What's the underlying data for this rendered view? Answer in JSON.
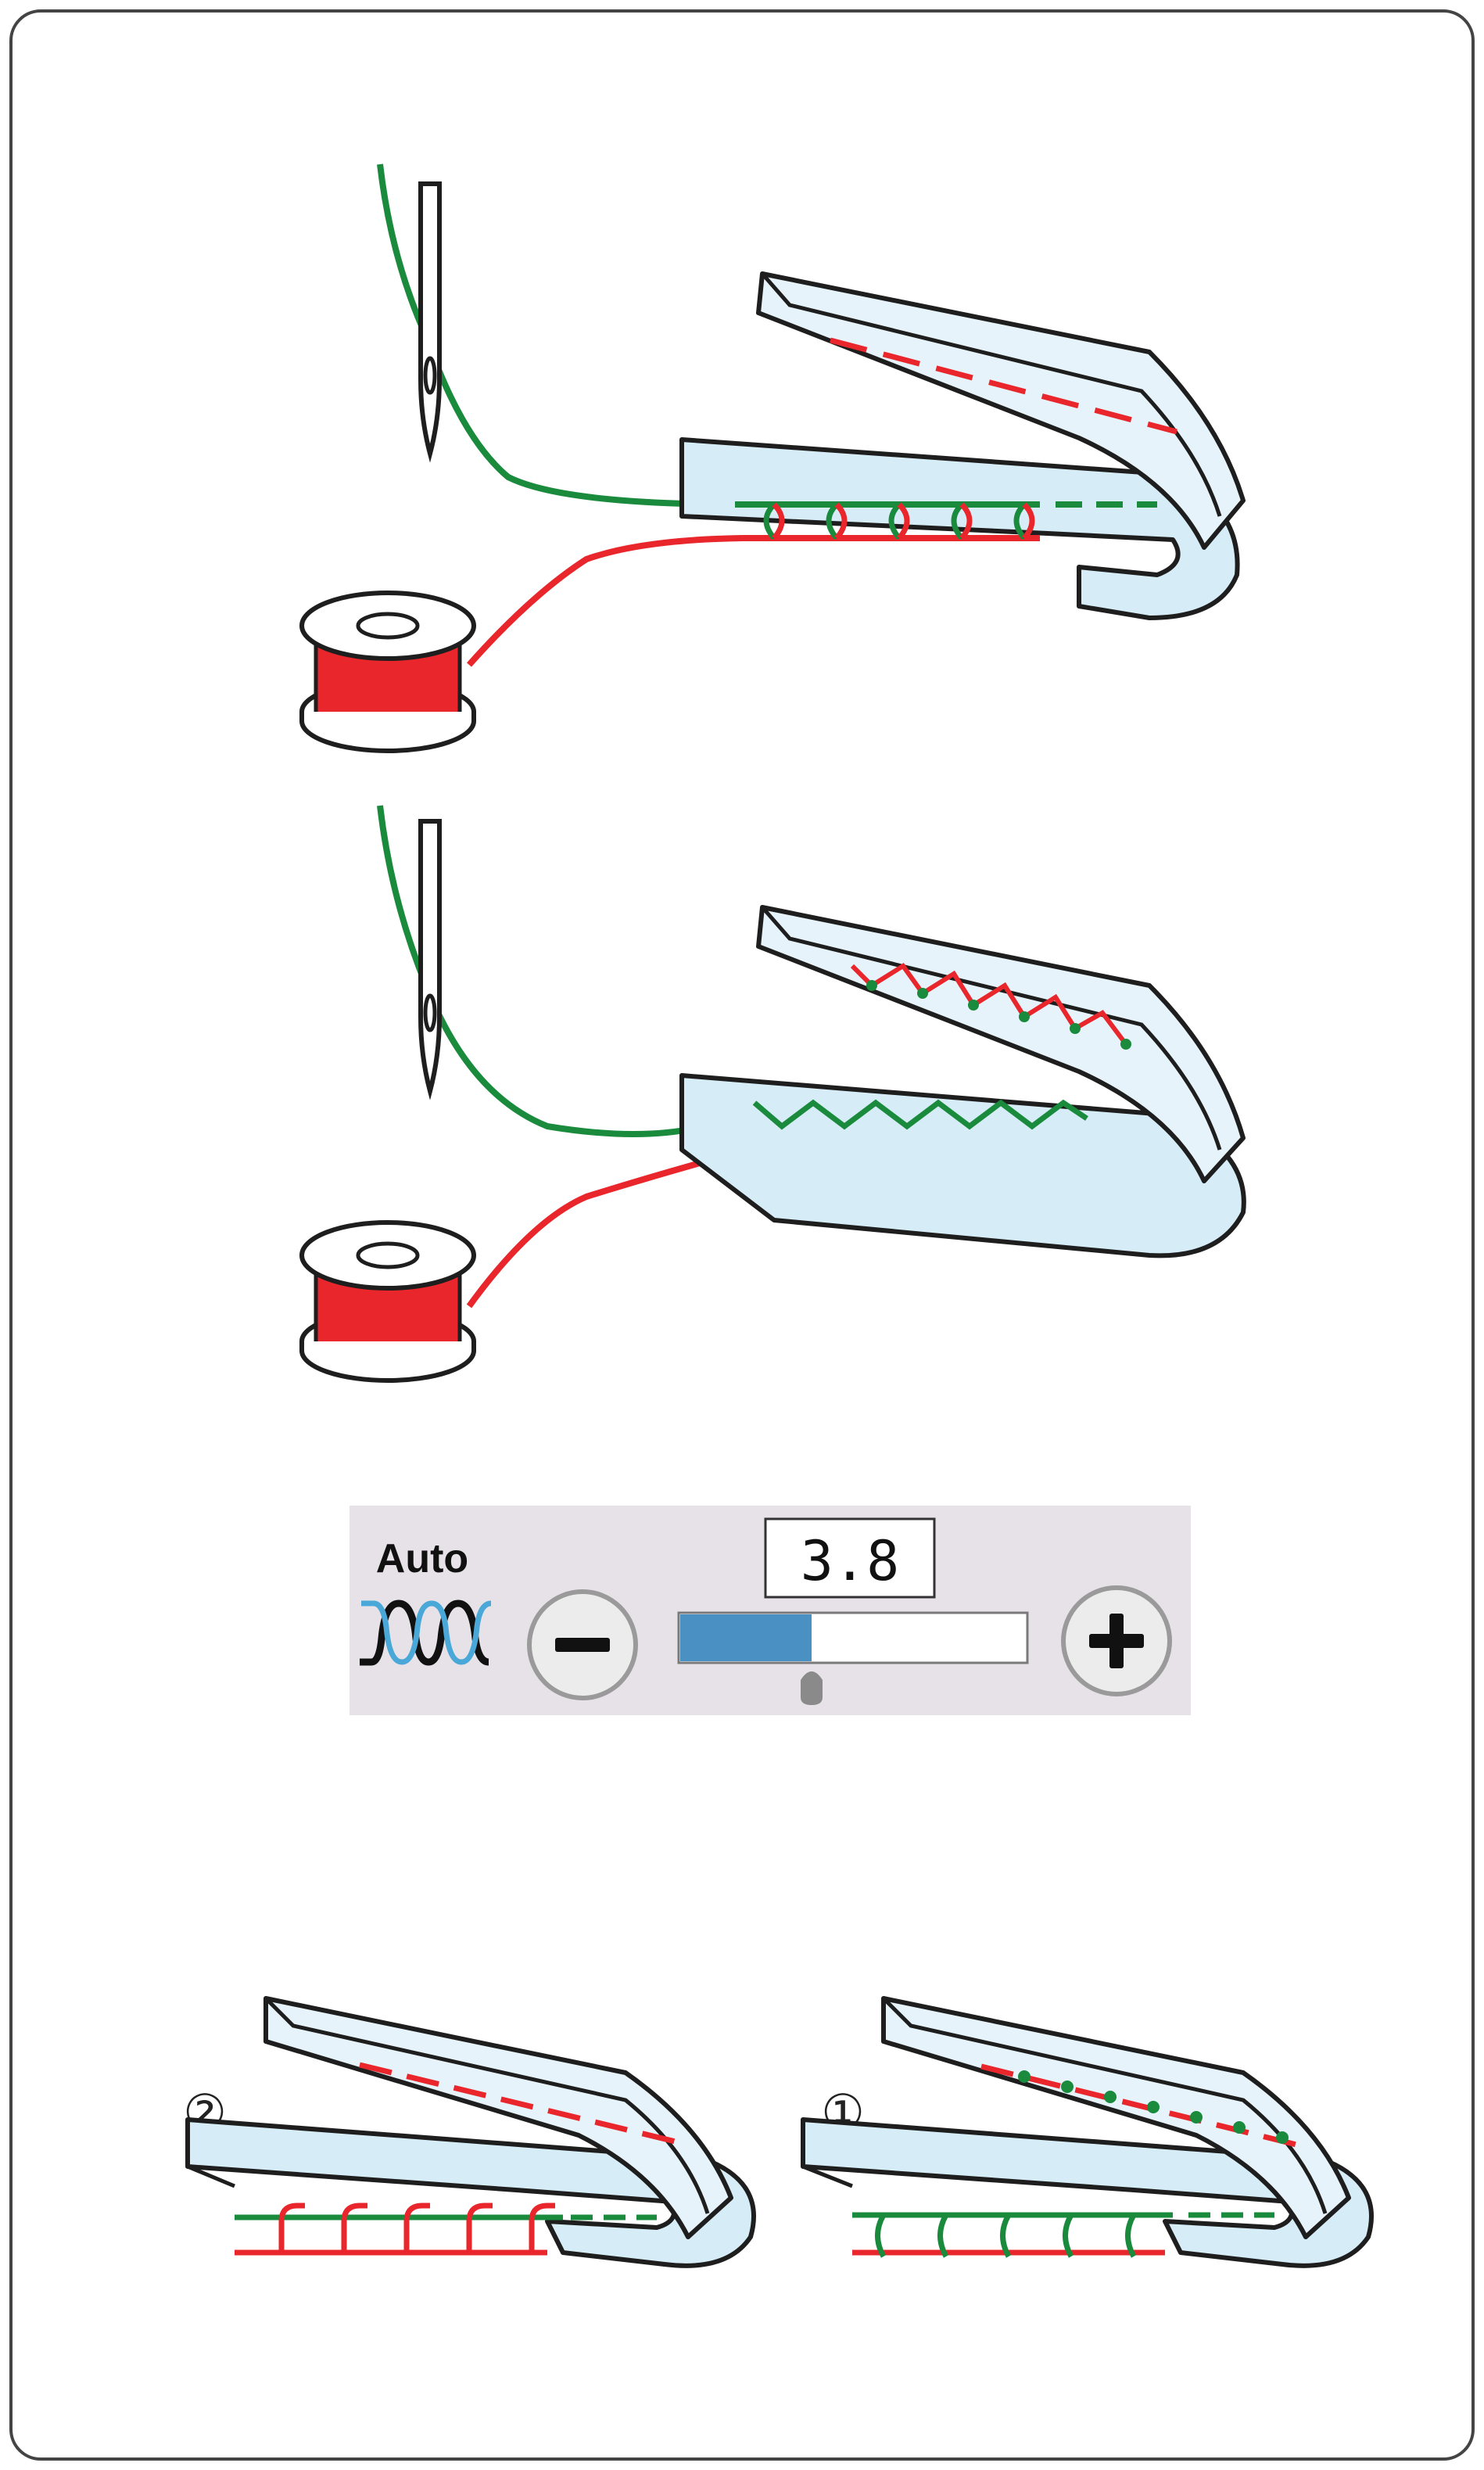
{
  "colors": {
    "border": "#444444",
    "fabric_fill": "#d6ecf6",
    "fabric_top": "#e6f3fa",
    "fabric_edge": "#1e1e1e",
    "upper_thread": "#1a8a3c",
    "lower_thread": "#e8262b",
    "panel_bg": "#e6e2e8",
    "slider_fill": "#4a90c2",
    "slider_track": "#ffffff",
    "button_fill": "#e8e8e8"
  },
  "icons": {
    "needle": "needle-icon",
    "bobbin": "bobbin-icon",
    "auto_tension": "auto-tension-icon",
    "minus": "minus-icon",
    "plus": "plus-icon"
  },
  "tension_panel": {
    "icon_label": "Auto",
    "value_text": "3.8",
    "level_fraction": 0.38
  },
  "markers": {
    "left": "②",
    "right": "①"
  }
}
